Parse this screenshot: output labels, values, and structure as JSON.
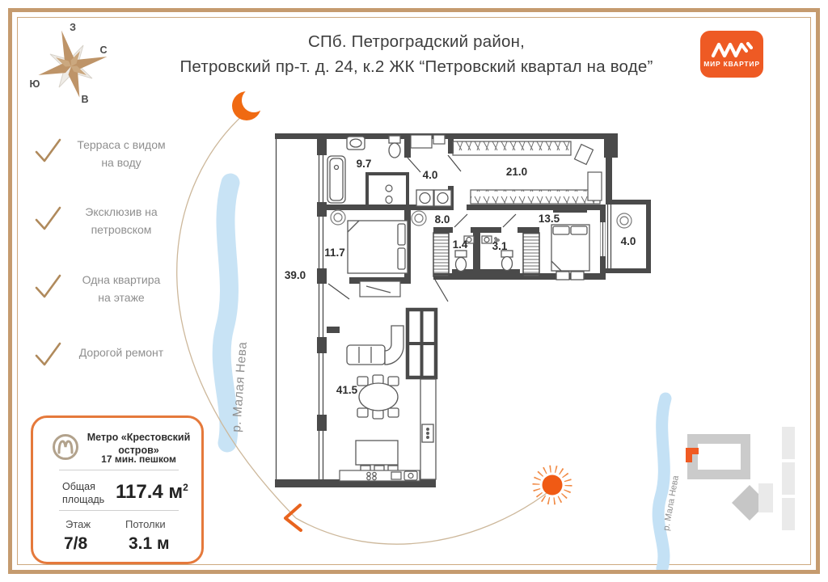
{
  "header": {
    "title_line1": "СПб. Петроградский район,",
    "title_line2": "Петровский пр-т. д. 24, к.2 ЖК “Петровский квартал на воде”"
  },
  "brand": {
    "name": "МИР КВАРТИР",
    "bg_color": "#EE5A24"
  },
  "compass": {
    "west": "З",
    "north": "С",
    "south": "Ю",
    "east": "В"
  },
  "features": [
    {
      "line1": "Терраса с видом",
      "line2": "на воду"
    },
    {
      "line1": "Эксклюзив на",
      "line2": "петровском"
    },
    {
      "line1": "Одна квартира",
      "line2": "на этаже"
    },
    {
      "line1": "Дорогой ремонт",
      "line2": ""
    }
  ],
  "floorplan": {
    "rooms": {
      "terrace": "39.0",
      "bathroom": "9.7",
      "hallway": "4.0",
      "wardrobe": "21.0",
      "corridor": "8.0",
      "bedroom_small": "11.7",
      "wc_small": "1.4",
      "wc_large": "3.1",
      "bedroom_large": "13.5",
      "balcony": "4.0",
      "living": "41.5"
    },
    "river_label": "р. Малая Нева"
  },
  "minimap": {
    "river_label": "р. Мала Нева"
  },
  "info_card": {
    "metro_name": "Метро «Крестовский остров»",
    "metro_walk": "17 мин. пешком",
    "area_label1": "Общая",
    "area_label2": "площадь",
    "area_value": "117.4 м",
    "area_sup": "2",
    "floor_label": "Этаж",
    "floor_value": "7/8",
    "ceiling_label": "Потолки",
    "ceiling_value": "3.1 м"
  },
  "colors": {
    "accent_orange": "#EE5A24",
    "frame_tan": "#C59B6F",
    "wall_gray": "#4a4a4a",
    "river_blue": "#C2E0F4"
  }
}
